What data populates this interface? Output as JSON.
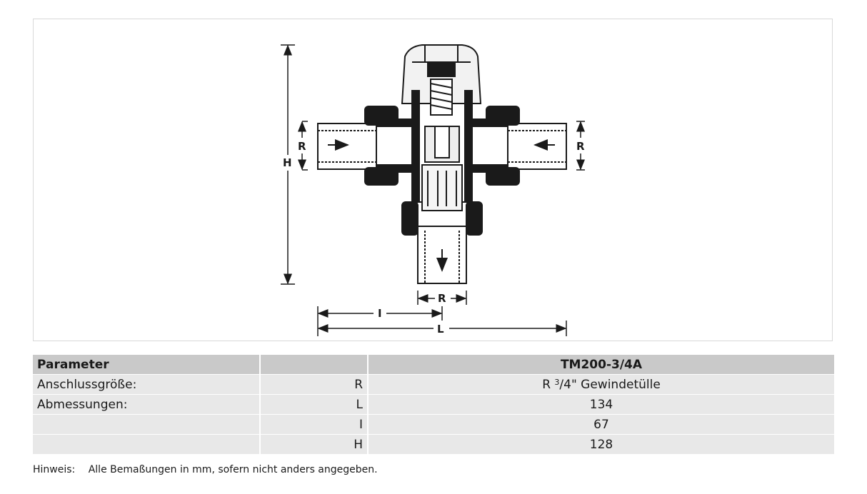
{
  "drawing": {
    "dim_H": "H",
    "dim_R_left": "R",
    "dim_R_right": "R",
    "dim_R_bottom": "R",
    "dim_I": "I",
    "dim_L": "L"
  },
  "table": {
    "header": {
      "parameter": "Parameter",
      "empty": "",
      "model": "TM200-3/4A"
    },
    "rows": [
      {
        "label": "Anschlussgröße:",
        "symbol": "R",
        "value_prefix": "R ",
        "value_sup": "3",
        "value_suffix": "/4\" Gewindetülle"
      },
      {
        "label": "Abmessungen:",
        "symbol": "L",
        "value": "134"
      },
      {
        "label": "",
        "symbol": "I",
        "value": "67"
      },
      {
        "label": "",
        "symbol": "H",
        "value": "128"
      }
    ]
  },
  "note": {
    "label": "Hinweis:",
    "text": "Alle Bemaßungen in mm, sofern nicht anders angegeben."
  }
}
